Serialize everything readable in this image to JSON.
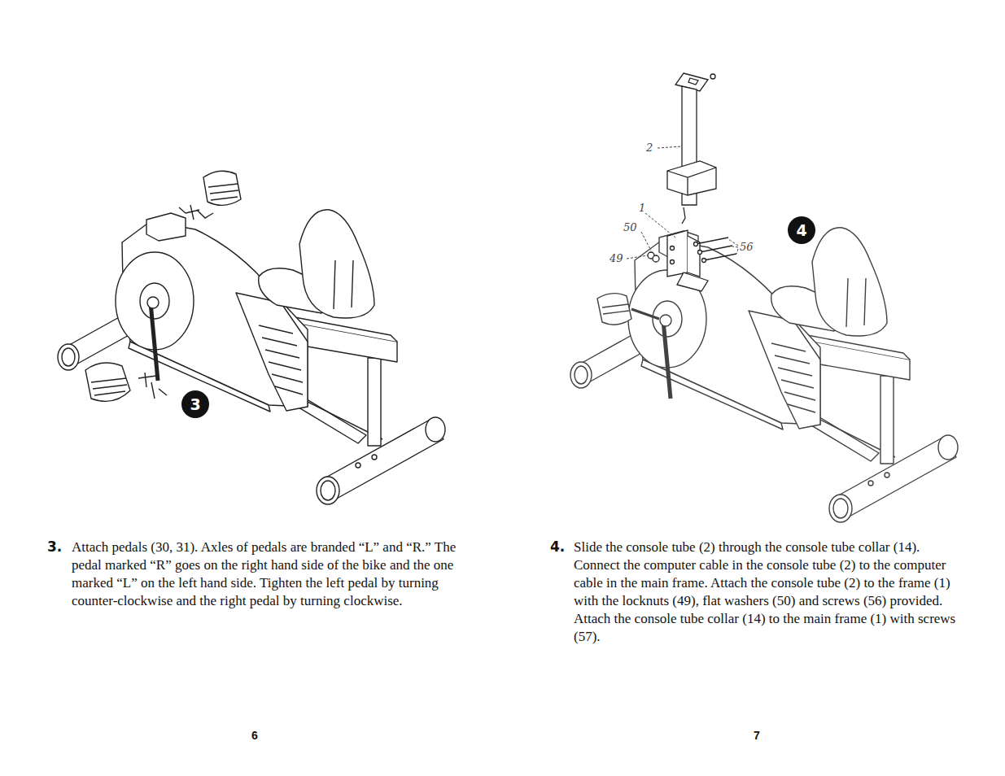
{
  "diagram": {
    "nodes": [
      {
        "text": [
          "3"
        ]
      },
      {
        "text": [
          "4"
        ]
      }
    ],
    "labels": [
      "2",
      "1",
      "50",
      "49",
      "56",
      "3.",
      "Attach pedals (30, 31). Axles of pedals are branded “L” and “R.” The pedal marked “R” goes on the right hand side of the bike and the one marked “L” on the left hand side. Tighten the left pedal by turning counter-clockwise and the right pedal by turning clockwise.",
      "4.",
      "Slide the console tube (2) through the console tube collar (14). Connect the computer cable in the console tube (2) to the computer cable in the main frame. Attach the console tube (2) to the frame (1) with the locknuts (49), flat washers (50) and screws (56) provided. Attach the console tube collar (14) to the main frame (1) with screws (57).",
      "6",
      "7"
    ]
  }
}
